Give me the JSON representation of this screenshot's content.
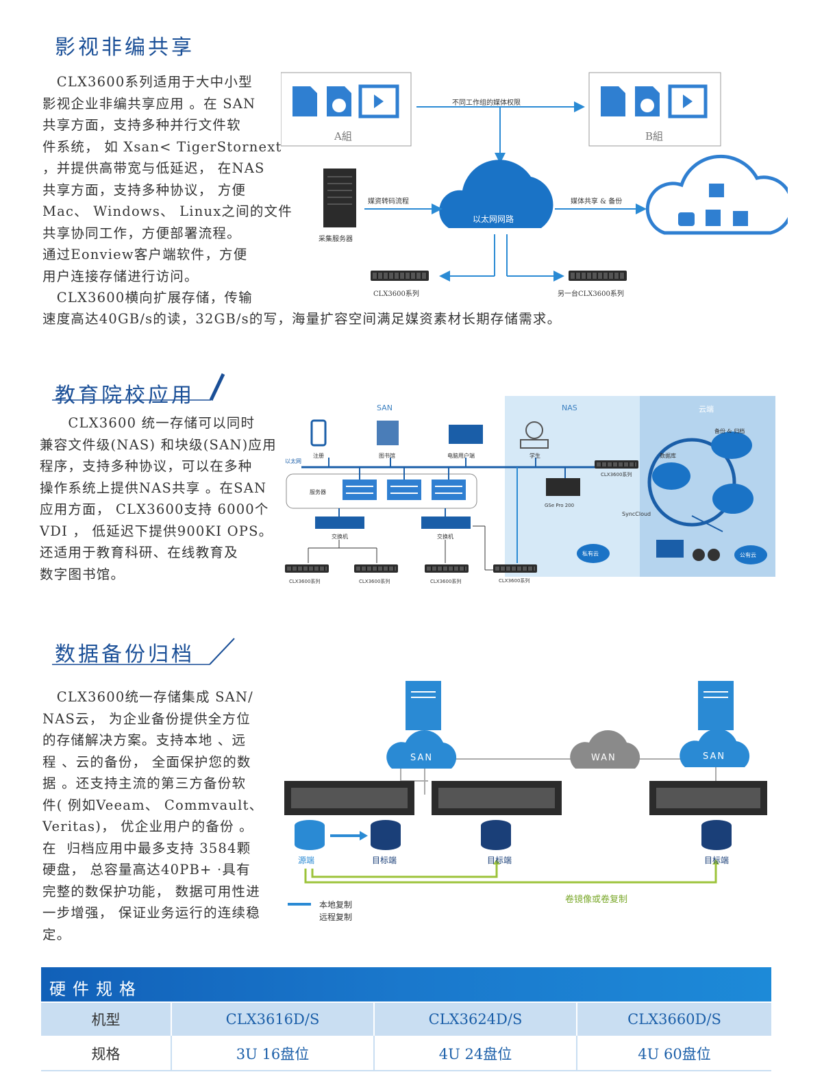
{
  "section1": {
    "title": "影视非编共享",
    "para": [
      "　CLX3600系列适用于大中小型",
      "影视企业非编共享应用 。在 SAN",
      "共享方面，支持多种并行文件软",
      "件系统， 如 Xsan< TigerStornext",
      "，并提供高带宽与低延迟， 在NAS",
      "共享方面，支持多种协议， 方便",
      "Mac、 Windows、 Linux之间的文件",
      "共享协同工作，方便部署流程。",
      "通过Eonview客户端软件，方便",
      "用户连接存储进行访问。",
      "　CLX3600横向扩展存储，传输"
    ],
    "para_last": "速度高达40GB/s的读，32GB/s的写，海量扩容空间满足媒资素材长期存储需求。",
    "diagram": {
      "group_a": "A組",
      "group_b": "B組",
      "media_rights": "不同工作组的媒体权限",
      "ethernet": "以太网网路",
      "transcode": "媒资转码流程",
      "share_backup": "媒体共享 & 备份",
      "capture_server": "采集服务器",
      "clx_series": "CLX3600系列",
      "other_clx": "另一台CLX3600系列"
    }
  },
  "section2": {
    "title": "教育院校应用",
    "para": [
      "　　CLX3600 统一存储可以同时",
      "兼容文件级(NAS) 和块级(SAN)应用",
      "程序，支持多种协议，可以在多种",
      "操作系统上提供NAS共享 。在SAN",
      "应用方面， CLX3600支持 6000个",
      "VDI ， 低延迟下提供900KI OPS。",
      "还适用于教育科研、在线教育及",
      "数字图书馆。"
    ],
    "diagram": {
      "san": "SAN",
      "nas": "NAS",
      "cloud": "云端",
      "ethernet": "以太网",
      "register": "注册",
      "library": "图书馆",
      "pc_user": "电脑用户端",
      "student": "学生",
      "server": "服务器",
      "switch": "交换机",
      "clx_series": "CLX3600系列",
      "gse": "GSe Pro 200",
      "synccloud": "SyncCloud",
      "database": "数据库",
      "backup_archive": "备份 & 归档",
      "private_cloud": "私有云",
      "public_cloud": "公有云"
    }
  },
  "section3": {
    "title": "数据备份归档",
    "para": [
      "　CLX3600统一存储集成 SAN/",
      "NAS云， 为企业备份提供全方位",
      "的存储解决方案。支持本地 、远",
      "程 、云的备份， 全面保护您的数",
      "据 。还支持主流的第三方备份软",
      "件( 例如Veeam、 Commvault、",
      "Veritas)， 优企业用户的备份 。",
      "在  归档应用中最多支持 3584颗",
      "硬盘， 总容量高达40PB+ ·具有",
      "完整的数保护功能， 数据可用性进",
      "一步增强， 保证业务运行的连续稳",
      "定。"
    ],
    "diagram": {
      "san": "SAN",
      "wan": "WAN",
      "source": "源端",
      "target": "目标端",
      "volume_mirror": "卷镜像或卷复制",
      "local_copy": "本地复制",
      "remote_copy": "远程复制",
      "local_color": "#2a8ad4",
      "remote_color": "#9cc33a"
    }
  },
  "spec": {
    "title": "硬件规格",
    "header": [
      "机型",
      "CLX3616D/S",
      "CLX3624D/S",
      "CLX3660D/S"
    ],
    "row": [
      "规格",
      "3U 16盘位",
      "4U 24盘位",
      "4U 60盘位"
    ]
  }
}
